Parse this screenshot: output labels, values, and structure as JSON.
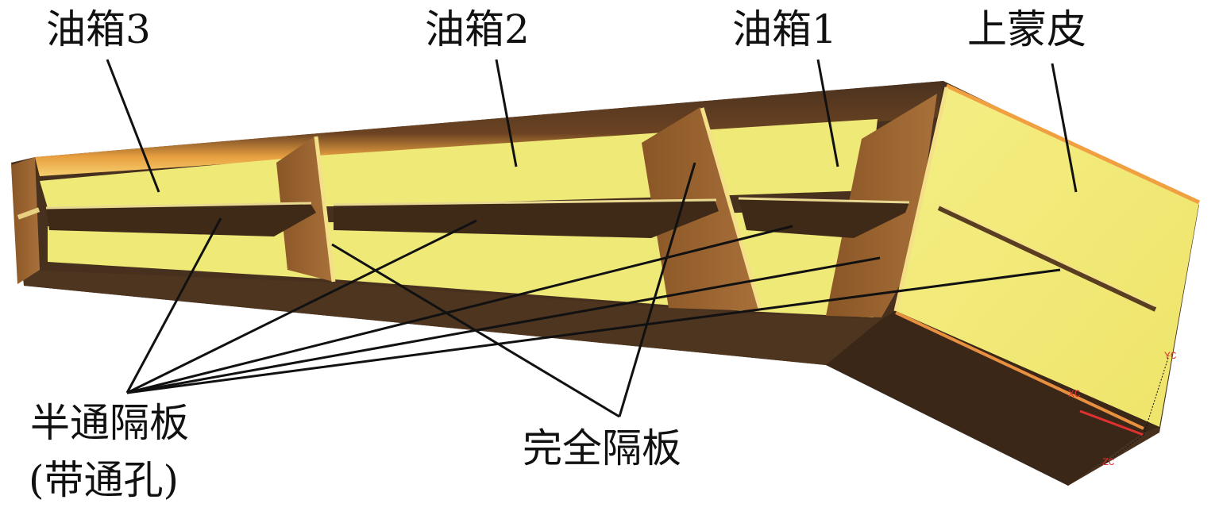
{
  "labels": {
    "tank3": "油箱3",
    "tank2": "油箱2",
    "tank1": "油箱1",
    "upper_skin": "上蒙皮",
    "half_partition_line1": "半通隔板",
    "half_partition_line2": "(带通孔)",
    "full_partition": "完全隔板"
  },
  "axis_tags": {
    "yc": "YC",
    "zc": "ZC",
    "xc": "XC"
  },
  "colors": {
    "skin_yellow": "#f2ec7a",
    "rib_brown": "#9a6430",
    "shadow_brown": "#4a321f",
    "edge_orange": "#f0a040",
    "leader_line": "#111111",
    "axis_red": "#e03030"
  }
}
